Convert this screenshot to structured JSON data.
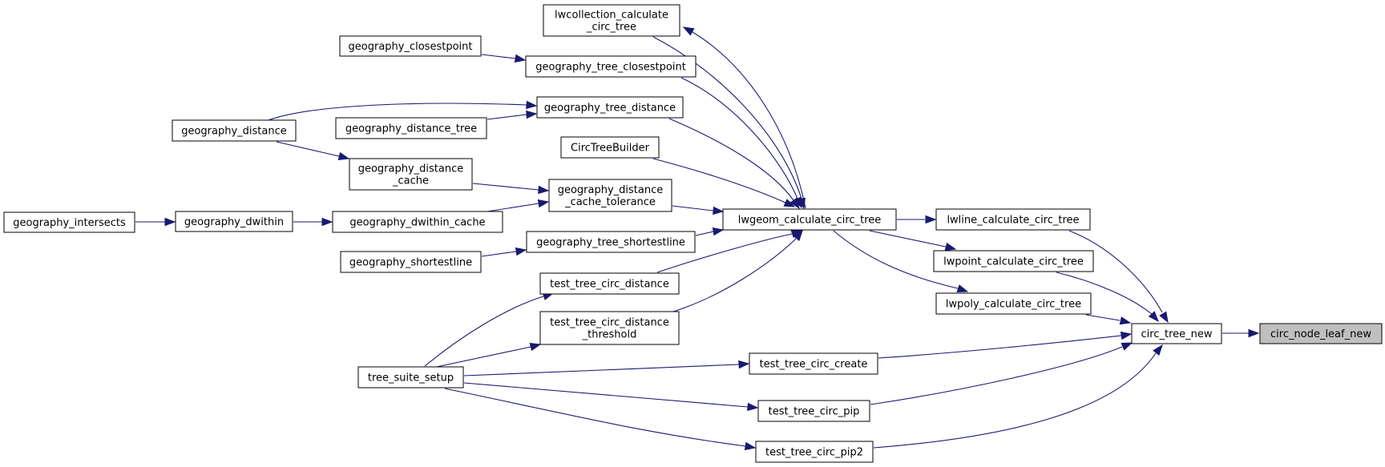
{
  "colors": {
    "edge": "#191970",
    "root_fill": "#bfbfbf",
    "node_fill": "#ffffff",
    "node_border": "#000000"
  },
  "nodes": [
    {
      "id": "n1",
      "lines": [
        "circ_node_leaf_new"
      ],
      "root": true
    },
    {
      "id": "n2",
      "lines": [
        "circ_tree_new"
      ]
    },
    {
      "id": "n3",
      "lines": [
        "lwline_calculate_circ_tree"
      ]
    },
    {
      "id": "n4",
      "lines": [
        "lwpoint_calculate_circ_tree"
      ]
    },
    {
      "id": "n5",
      "lines": [
        "lwpoly_calculate_circ_tree"
      ]
    },
    {
      "id": "n6",
      "lines": [
        "lwgeom_calculate_circ_tree"
      ]
    },
    {
      "id": "n7",
      "lines": [
        "lwcollection_calculate",
        "_circ_tree"
      ]
    },
    {
      "id": "n8",
      "lines": [
        "geography_tree_closestpoint"
      ]
    },
    {
      "id": "n9",
      "lines": [
        "geography_closestpoint"
      ]
    },
    {
      "id": "n10",
      "lines": [
        "geography_tree_distance"
      ]
    },
    {
      "id": "n11",
      "lines": [
        "geography_distance"
      ]
    },
    {
      "id": "n12",
      "lines": [
        "geography_distance_tree"
      ]
    },
    {
      "id": "n13",
      "lines": [
        "CircTreeBuilder"
      ]
    },
    {
      "id": "n14",
      "lines": [
        "geography_distance",
        "_cache_tolerance"
      ]
    },
    {
      "id": "n15",
      "lines": [
        "geography_distance",
        "_cache"
      ]
    },
    {
      "id": "n16",
      "lines": [
        "geography_dwithin_cache"
      ]
    },
    {
      "id": "n17",
      "lines": [
        "geography_dwithin"
      ]
    },
    {
      "id": "n18",
      "lines": [
        "geography_intersects"
      ]
    },
    {
      "id": "n19",
      "lines": [
        "geography_tree_shortestline"
      ]
    },
    {
      "id": "n20",
      "lines": [
        "geography_shortestline"
      ]
    },
    {
      "id": "n21",
      "lines": [
        "test_tree_circ_distance"
      ]
    },
    {
      "id": "n22",
      "lines": [
        "tree_suite_setup"
      ]
    },
    {
      "id": "n23",
      "lines": [
        "test_tree_circ_distance",
        "_threshold"
      ]
    },
    {
      "id": "n24",
      "lines": [
        "test_tree_circ_create"
      ]
    },
    {
      "id": "n25",
      "lines": [
        "test_tree_circ_pip"
      ]
    },
    {
      "id": "n26",
      "lines": [
        "test_tree_circ_pip2"
      ]
    }
  ],
  "edges": [
    {
      "from": "n2",
      "to": "n1"
    },
    {
      "from": "n3",
      "to": "n2"
    },
    {
      "from": "n4",
      "to": "n2"
    },
    {
      "from": "n5",
      "to": "n2"
    },
    {
      "from": "n24",
      "to": "n2"
    },
    {
      "from": "n25",
      "to": "n2"
    },
    {
      "from": "n26",
      "to": "n2"
    },
    {
      "from": "n6",
      "to": "n3"
    },
    {
      "from": "n6",
      "to": "n4"
    },
    {
      "from": "n6",
      "to": "n5"
    },
    {
      "from": "n6",
      "to": "n7"
    },
    {
      "from": "n7",
      "to": "n6"
    },
    {
      "from": "n8",
      "to": "n6"
    },
    {
      "from": "n10",
      "to": "n6"
    },
    {
      "from": "n13",
      "to": "n6"
    },
    {
      "from": "n14",
      "to": "n6"
    },
    {
      "from": "n19",
      "to": "n6"
    },
    {
      "from": "n21",
      "to": "n6"
    },
    {
      "from": "n23",
      "to": "n6"
    },
    {
      "from": "n9",
      "to": "n8"
    },
    {
      "from": "n11",
      "to": "n10"
    },
    {
      "from": "n12",
      "to": "n10"
    },
    {
      "from": "n11",
      "to": "n15"
    },
    {
      "from": "n15",
      "to": "n14"
    },
    {
      "from": "n16",
      "to": "n14"
    },
    {
      "from": "n17",
      "to": "n16"
    },
    {
      "from": "n18",
      "to": "n17"
    },
    {
      "from": "n20",
      "to": "n19"
    },
    {
      "from": "n22",
      "to": "n21"
    },
    {
      "from": "n22",
      "to": "n23"
    },
    {
      "from": "n22",
      "to": "n24"
    },
    {
      "from": "n22",
      "to": "n25"
    },
    {
      "from": "n22",
      "to": "n26"
    }
  ]
}
